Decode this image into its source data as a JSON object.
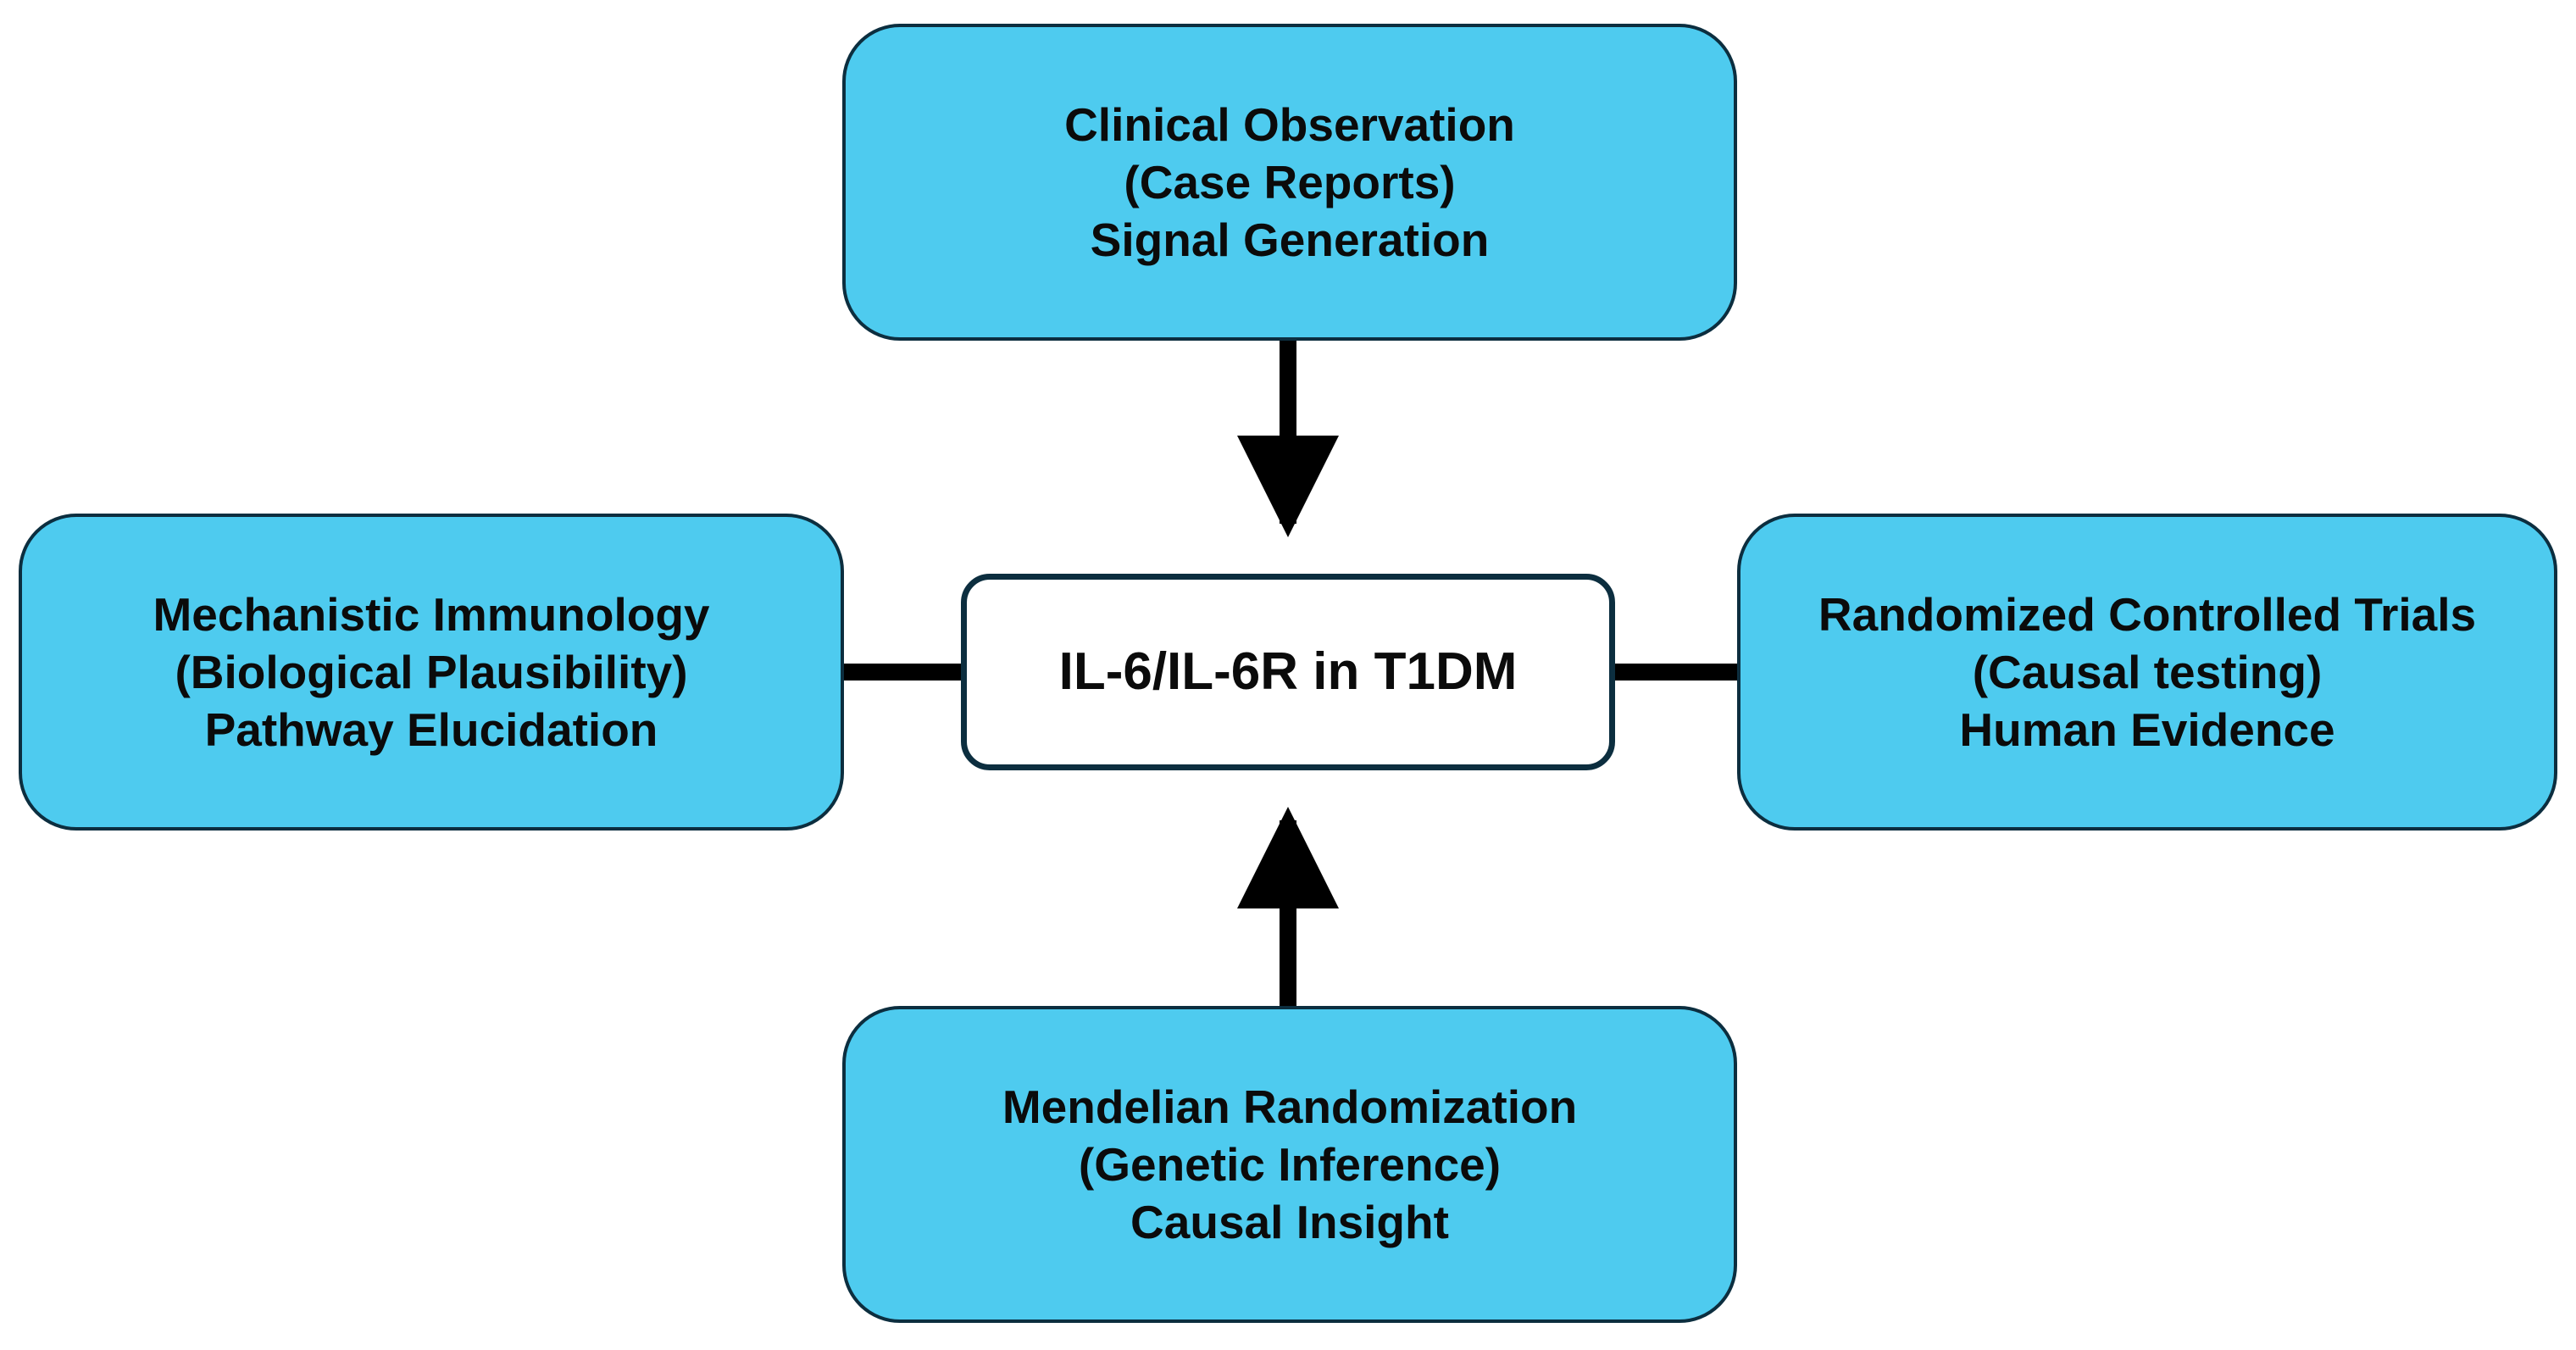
{
  "center": {
    "label": "IL-6/IL-6R in T1DM"
  },
  "nodes": {
    "top": {
      "lines": [
        "Clinical Observation",
        "(Case Reports)",
        "Signal Generation"
      ]
    },
    "left": {
      "lines": [
        "Mechanistic Immunology",
        "(Biological Plausibility)",
        "Pathway Elucidation"
      ]
    },
    "right": {
      "lines": [
        "Randomized Controlled Trials",
        "(Causal testing)",
        "Human Evidence"
      ]
    },
    "bottom": {
      "lines": [
        "Mendelian Randomization",
        "(Genetic Inference)",
        "Causal Insight"
      ]
    }
  },
  "connectors": [
    {
      "from": "top",
      "to": "center",
      "style": "arrow"
    },
    {
      "from": "bottom",
      "to": "center",
      "style": "arrow"
    },
    {
      "from": "left",
      "to": "center",
      "style": "line"
    },
    {
      "from": "right",
      "to": "center",
      "style": "line"
    }
  ],
  "colors": {
    "box_fill": "#4ecbef",
    "box_border": "#0c2e3f",
    "center_fill": "#ffffff",
    "connector": "#000000"
  }
}
